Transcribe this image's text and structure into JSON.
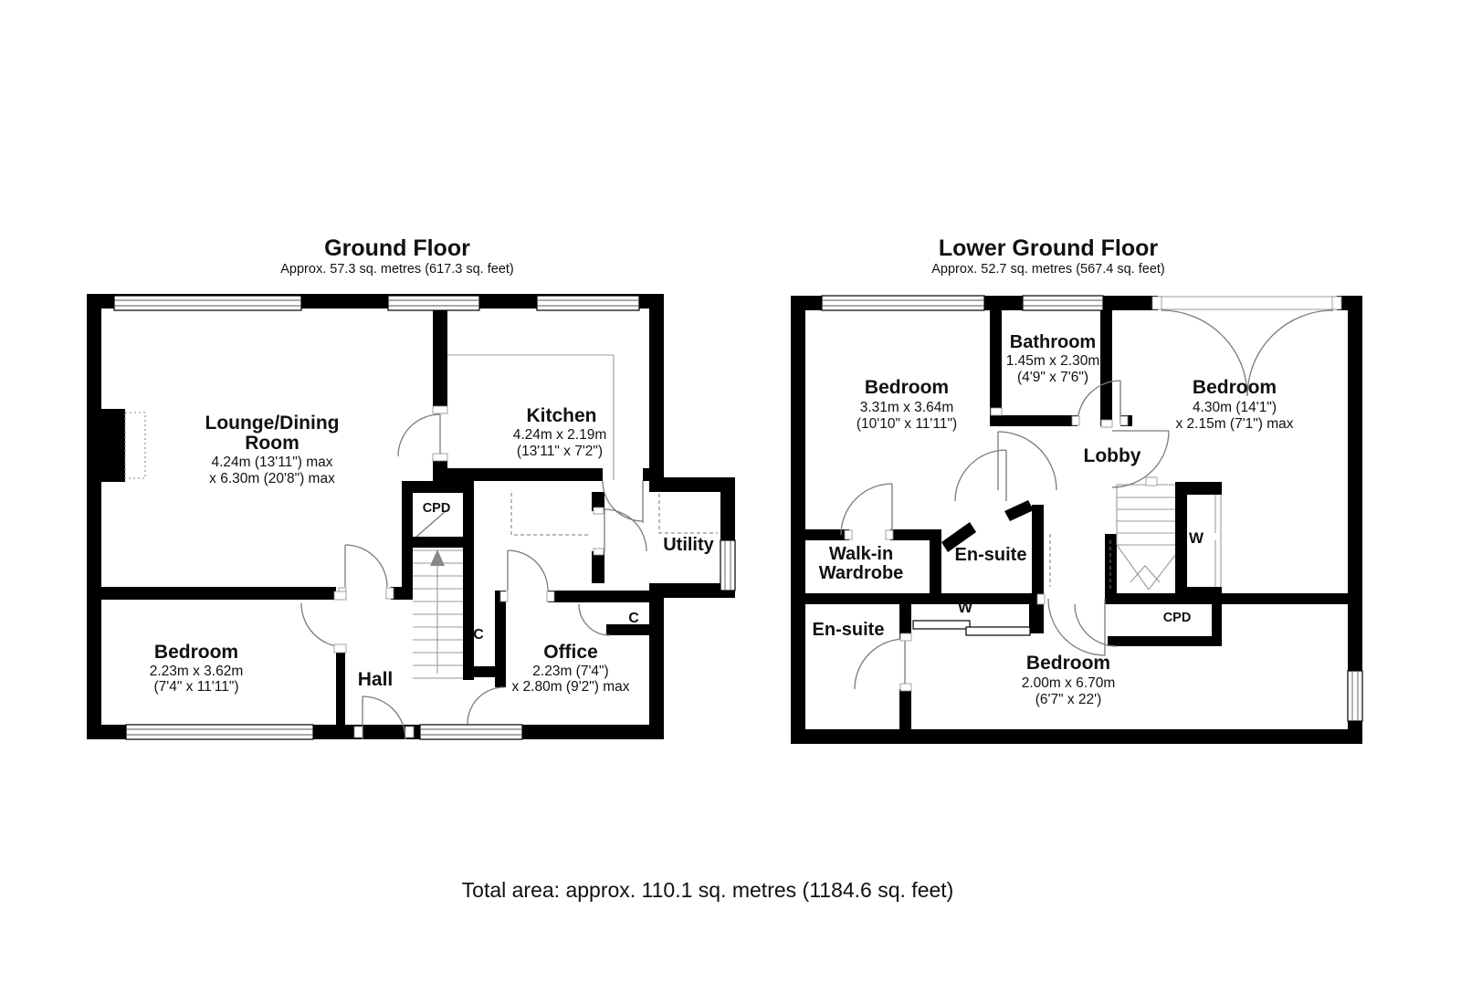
{
  "page": {
    "background": "#ffffff",
    "wall_color": "#000000",
    "line_color": "#7a7a7a",
    "text_color": "#111111"
  },
  "footer": {
    "total_area": "Total area: approx. 110.1 sq. metres (1184.6 sq. feet)"
  },
  "ground_floor": {
    "title": "Ground Floor",
    "subtitle": "Approx. 57.3 sq. metres (617.3 sq. feet)",
    "rooms": {
      "lounge": {
        "name_line1": "Lounge/Dining",
        "name_line2": "Room",
        "dim_line1": "4.24m (13'11\") max",
        "dim_line2": "x 6.30m (20'8\") max"
      },
      "kitchen": {
        "name": "Kitchen",
        "dim_line1": "4.24m x 2.19m",
        "dim_line2": "(13'11\" x 7'2\")"
      },
      "utility": {
        "name": "Utility"
      },
      "cupboard": {
        "name": "CPD"
      },
      "closet_hall": {
        "name": "C"
      },
      "closet_office": {
        "name": "C"
      },
      "bedroom": {
        "name": "Bedroom",
        "dim_line1": "2.23m x 3.62m",
        "dim_line2": "(7'4\" x 11'11\")"
      },
      "hall": {
        "name": "Hall"
      },
      "office": {
        "name": "Office",
        "dim_line1": "2.23m (7'4\")",
        "dim_line2": "x 2.80m (9'2\") max"
      }
    }
  },
  "lower_ground_floor": {
    "title": "Lower Ground Floor",
    "subtitle": "Approx. 52.7 sq. metres (567.4 sq. feet)",
    "rooms": {
      "bedroom_top_left": {
        "name": "Bedroom",
        "dim_line1": "3.31m x 3.64m",
        "dim_line2": "(10'10\" x 11'11\")"
      },
      "bathroom": {
        "name": "Bathroom",
        "dim_line1": "1.45m x 2.30m",
        "dim_line2": "(4'9\" x 7'6\")"
      },
      "bedroom_top_right": {
        "name": "Bedroom",
        "dim_line1": "4.30m (14'1\")",
        "dim_line2": "x 2.15m (7'1\") max"
      },
      "lobby": {
        "name": "Lobby"
      },
      "walk_in_wardrobe": {
        "name_line1": "Walk-in",
        "name_line2": "Wardrobe"
      },
      "ensuite_upper": {
        "name": "En-suite"
      },
      "ensuite_lower": {
        "name": "En-suite"
      },
      "wardrobe_mid": {
        "name": "W"
      },
      "wardrobe_right": {
        "name": "W"
      },
      "cupboard": {
        "name": "CPD"
      },
      "bedroom_bottom": {
        "name": "Bedroom",
        "dim_line1": "2.00m x 6.70m",
        "dim_line2": "(6'7\" x 22')"
      }
    }
  }
}
